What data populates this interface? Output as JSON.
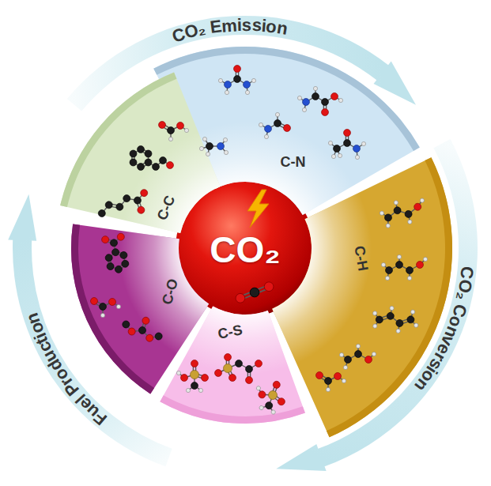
{
  "diagram": {
    "nodes": [
      {
        "text": [
          "CO₂"
        ]
      },
      {
        "text": [
          "C-N"
        ]
      },
      {
        "text": [
          "C-H"
        ]
      },
      {
        "text": [
          "C-S"
        ]
      },
      {
        "text": [
          "C-O"
        ]
      },
      {
        "text": [
          "C-C"
        ]
      }
    ],
    "labels": [
      "CO₂ Emission",
      "CO₂ Conversion",
      "Fuel Production"
    ]
  }
}
